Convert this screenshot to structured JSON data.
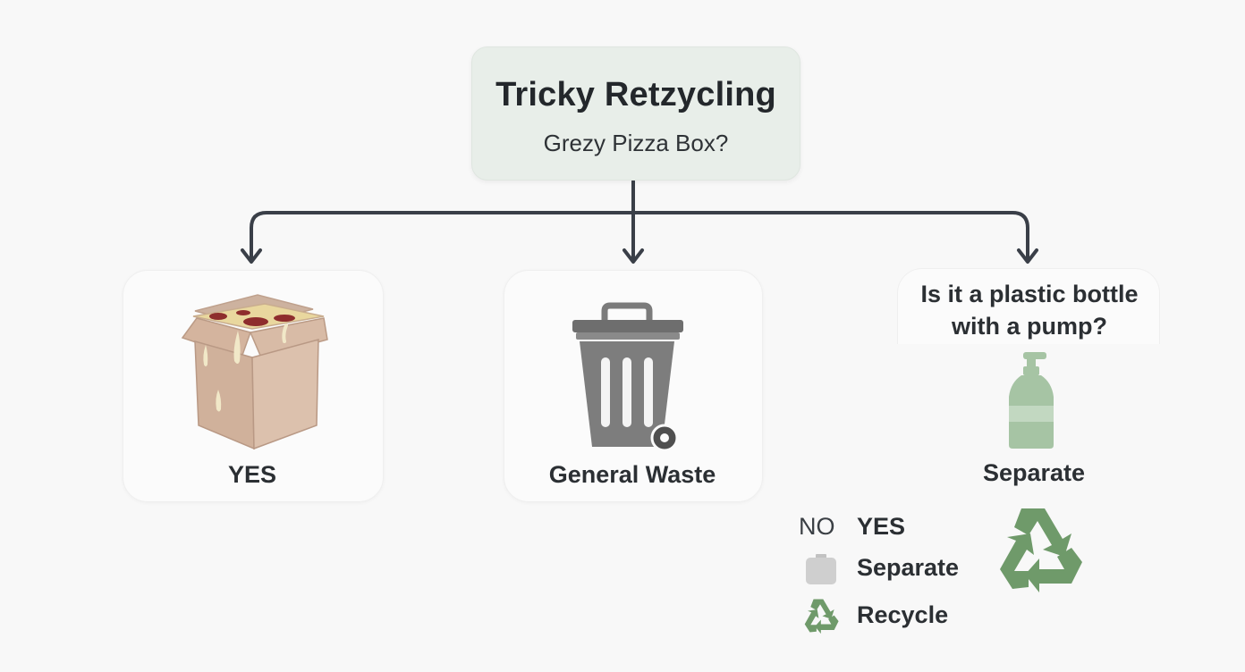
{
  "title": {
    "heading": "Tricky Retzycling",
    "subheading": "Grezy Pizza Box?"
  },
  "branches": [
    {
      "id": "yes",
      "label": "YES",
      "icon": "pizza-box-icon"
    },
    {
      "id": "general-waste",
      "label": "General Waste",
      "icon": "trash-bin-icon"
    },
    {
      "id": "plastic-bottle",
      "question": "Is it a plastic bottle with a pump?",
      "label": "Separate",
      "icon": "pump-bottle-icon"
    }
  ],
  "legend": {
    "no": "NO",
    "yes": "YES",
    "separate": "Separate",
    "recycle": "Recycle"
  },
  "colors": {
    "background": "#f8f8f8",
    "title_node": "#e8eee9",
    "connector": "#3a3f48",
    "recycle_green": "#6f9a6a",
    "bin_gray": "#7b7b7b",
    "box_tan": "#d8b9a3",
    "bottle_green": "#a6c4a4"
  }
}
